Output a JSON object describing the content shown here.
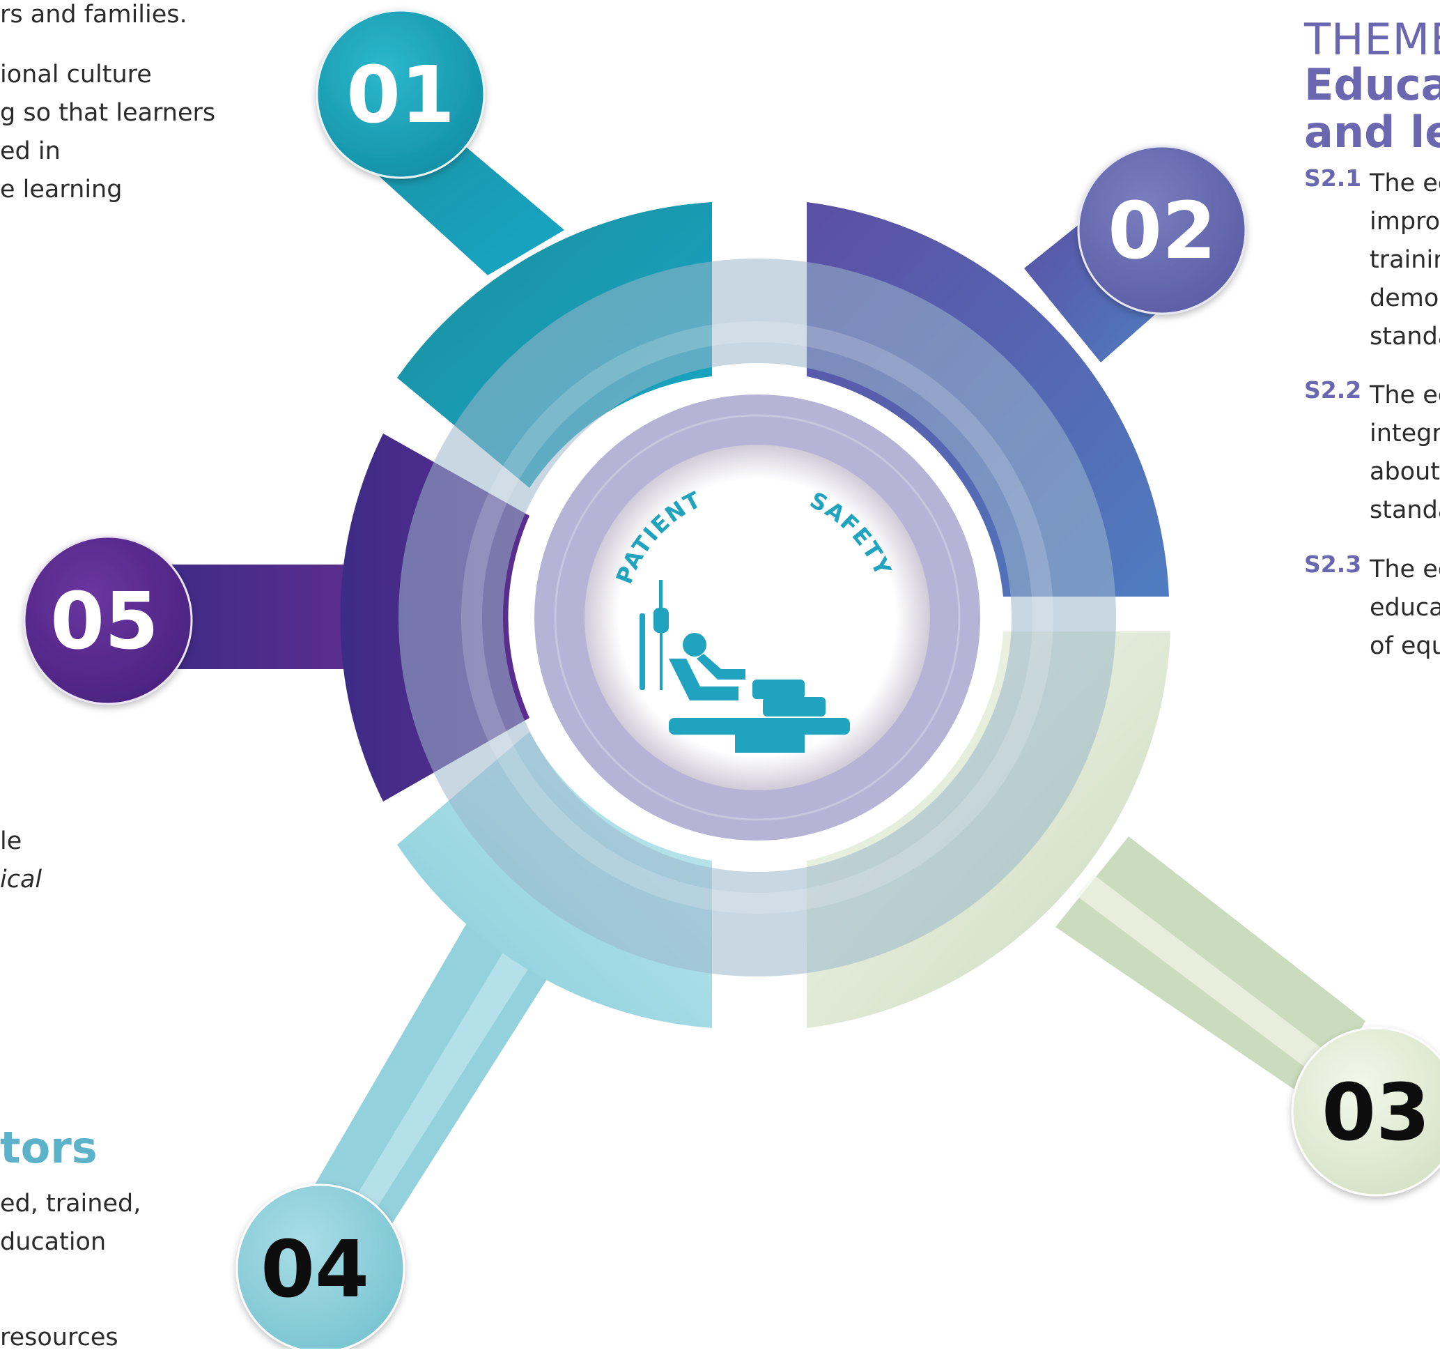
{
  "left_column": {
    "block1": [
      "rs and families."
    ],
    "block2": [
      "ional culture",
      "g so that learners",
      "ed in",
      "e learning"
    ],
    "block3": [
      "le",
      "ical"
    ],
    "heading": "tors",
    "block4": [
      "ed, trained,",
      "ducation"
    ],
    "block5": [
      "resources"
    ]
  },
  "right_column": {
    "theme_label": "THEME",
    "theme_title": [
      "Educat",
      "and le"
    ],
    "standards": [
      {
        "code": "S2.1",
        "lines": [
          "The ec",
          "improv",
          "trainin",
          "demor",
          "standa"
        ]
      },
      {
        "code": "S2.2",
        "lines": [
          "The ec",
          "integra",
          "about",
          "standa"
        ]
      },
      {
        "code": "S2.3",
        "lines": [
          "The ec",
          "educat",
          "of equ"
        ]
      }
    ]
  },
  "diagram": {
    "center": {
      "word_left": "PATIENT",
      "word_right": "SAFETY",
      "icon": "patient-bed-icon"
    },
    "nodes": [
      {
        "number": "01",
        "color": "#1a9fb8"
      },
      {
        "number": "02",
        "color": "#6569ad"
      },
      {
        "number": "03",
        "color": "#e4ecd9"
      },
      {
        "number": "04",
        "color": "#8fd0da"
      },
      {
        "number": "05",
        "color": "#5a2a88"
      }
    ]
  }
}
